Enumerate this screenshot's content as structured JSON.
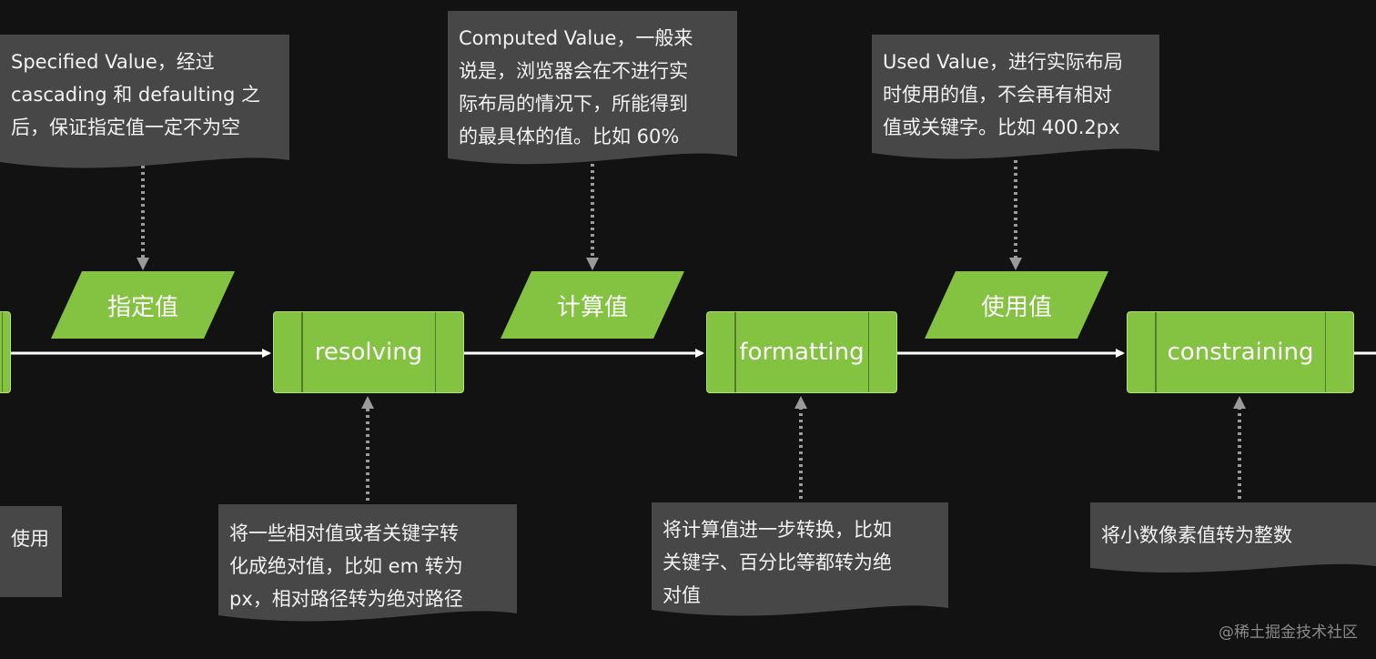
{
  "notes": {
    "specified": "Specified Value，经过\ncascading 和 defaulting 之\n后，保证指定值一定不为空",
    "computed": "Computed Value，一般来\n说是，浏览器会在不进行实\n际布局的情况下，所能得到\n的最具体的值。比如 60%",
    "used": "Used Value，进行实际布局\n时使用的值，不会再有相对\n值或关键字。比如 400.2px",
    "left_partial": "使用",
    "resolving": "将一些相对值或者关键字转\n化成绝对值，比如 em 转为\npx，相对路径转为绝对路径",
    "formatting": "将计算值进一步转换，比如\n关键字、百分比等都转为绝\n对值",
    "constraining": "将小数像素值转为整数"
  },
  "data_nodes": {
    "specified": "指定值",
    "computed": "计算值",
    "used": "使用值"
  },
  "processes": {
    "resolving": "resolving",
    "formatting": "formatting",
    "constraining": "constraining"
  },
  "watermark": "@稀土掘金技术社区",
  "colors": {
    "background": "#121212",
    "node_green": "#84c341",
    "note_gray": "#474747",
    "arrow_white": "#ffffff",
    "dotted_gray": "#9a9a9a"
  }
}
